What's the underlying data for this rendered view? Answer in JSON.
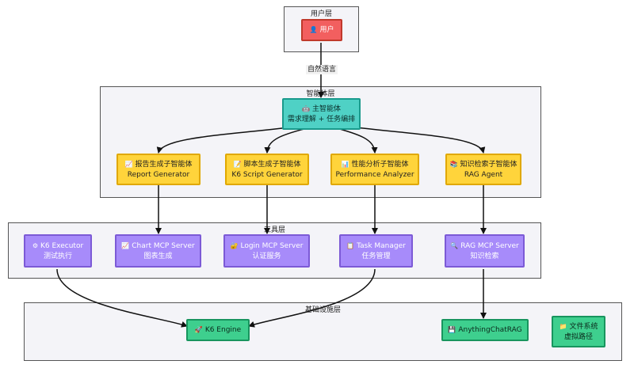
{
  "layers": {
    "user": "用户层",
    "agent": "智能体层",
    "tool": "工具层",
    "infra": "基础设施层"
  },
  "edge_label": "自然语言",
  "nodes": {
    "user": {
      "icon": "user-icon",
      "glyph": "👤",
      "line1": "用户",
      "line2": ""
    },
    "main": {
      "icon": "robot-icon",
      "glyph": "🤖",
      "line1": "主智能体",
      "line2": "需求理解 + 任务编排"
    },
    "report": {
      "icon": "chart-icon",
      "glyph": "📈",
      "line1": "报告生成子智能体",
      "line2": "Report Generator"
    },
    "script": {
      "icon": "pencil-icon",
      "glyph": "📝",
      "line1": "脚本生成子智能体",
      "line2": "K6 Script Generator"
    },
    "perf": {
      "icon": "bar-chart-icon",
      "glyph": "📊",
      "line1": "性能分析子智能体",
      "line2": "Performance Analyzer"
    },
    "rag": {
      "icon": "books-icon",
      "glyph": "📚",
      "line1": "知识检索子智能体",
      "line2": "RAG Agent"
    },
    "k6exec": {
      "icon": "gear-icon",
      "glyph": "⚙",
      "line1": "K6 Executor",
      "line2": "测试执行"
    },
    "chart": {
      "icon": "chart-icon",
      "glyph": "📈",
      "line1": "Chart MCP Server",
      "line2": "图表生成"
    },
    "login": {
      "icon": "lock-icon",
      "glyph": "🔐",
      "line1": "Login MCP Server",
      "line2": "认证服务"
    },
    "task": {
      "icon": "clipboard-icon",
      "glyph": "📋",
      "line1": "Task Manager",
      "line2": "任务管理"
    },
    "ragserver": {
      "icon": "search-icon",
      "glyph": "🔍",
      "line1": "RAG MCP Server",
      "line2": "知识检索"
    },
    "engine": {
      "icon": "rocket-icon",
      "glyph": "🚀",
      "line1": "K6 Engine",
      "line2": ""
    },
    "anything": {
      "icon": "database-icon",
      "glyph": "💾",
      "line1": "AnythingChatRAG",
      "line2": ""
    },
    "fs": {
      "icon": "folder-icon",
      "glyph": "📁",
      "line1": "文件系统",
      "line2": "虚拟路径"
    }
  }
}
